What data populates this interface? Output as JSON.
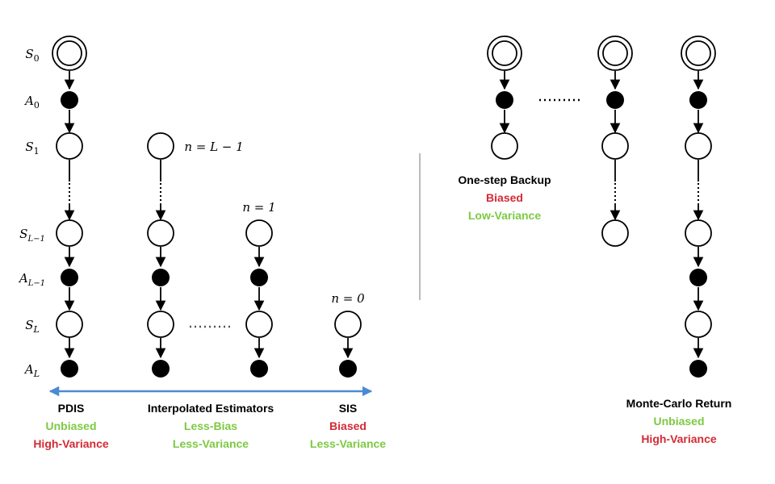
{
  "state_labels": {
    "s0": "S",
    "s0_sub": "0",
    "a0": "A",
    "a0_sub": "0",
    "s1": "S",
    "s1_sub": "1",
    "sl1": "S",
    "sl1_sub": "L−1",
    "al1": "A",
    "al1_sub": "L−1",
    "sl": "S",
    "sl_sub": "L",
    "al": "A",
    "al_sub": "L"
  },
  "n_labels": {
    "n_l1": "n = L − 1",
    "n_1": "n = 1",
    "n_0": "n = 0"
  },
  "bottom": {
    "pdis": {
      "title": "PDIS",
      "bias": "Unbiased",
      "variance": "High-Variance"
    },
    "interp": {
      "title": "Interpolated Estimators",
      "bias": "Less-Bias",
      "variance": "Less-Variance"
    },
    "sis": {
      "title": "SIS",
      "bias": "Biased",
      "variance": "Less-Variance"
    }
  },
  "right": {
    "onestep": {
      "title": "One-step Backup",
      "bias": "Biased",
      "variance": "Low-Variance"
    },
    "mc": {
      "title": "Monte-Carlo Return",
      "bias": "Unbiased",
      "variance": "High-Variance"
    }
  },
  "colors": {
    "green": "#7dc943",
    "red": "#d42a34",
    "blue_axis": "#4a8ad4",
    "divider": "#bbbbbb"
  }
}
